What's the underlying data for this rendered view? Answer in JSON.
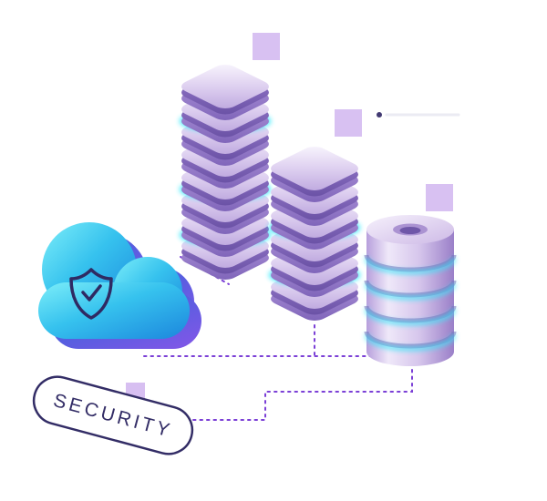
{
  "scene": {
    "title_label": "SECURITY"
  },
  "icons": {
    "cloud": "cloud-security-icon",
    "shield": "shield-check-icon",
    "server_stacks": [
      "server-stack-tall",
      "server-stack-short"
    ],
    "database": "database-cylinder-icon",
    "accent_squares": [
      "accent-square-1",
      "accent-square-2",
      "accent-square-3",
      "accent-square-small"
    ],
    "connectors": "dotted-connector-lines"
  },
  "palette": {
    "cloud_cyan": "#7deef9",
    "cloud_blue": "#1c86dd",
    "cloud_back_violet": "#8456e8",
    "slab_light": "#faf7fe",
    "slab_lavender": "#bda7de",
    "slab_side": "#7d63b8",
    "glow_cyan": "#2ee9fb",
    "navy_outline": "#332d66",
    "connector_purple": "#7b3fd6",
    "accent_square": "#d3b8f0"
  }
}
